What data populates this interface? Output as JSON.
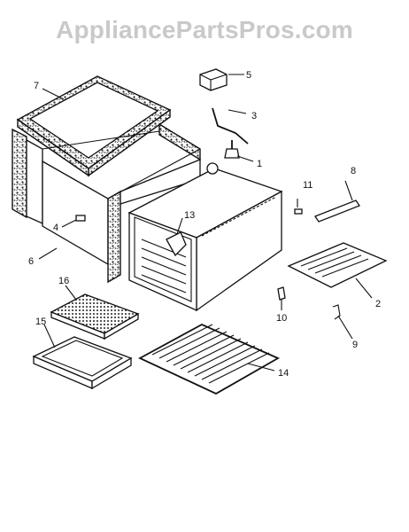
{
  "watermark": "AppliancePartsPros.com",
  "callouts": [
    {
      "id": "c1",
      "label": "1"
    },
    {
      "id": "c2",
      "label": "2"
    },
    {
      "id": "c3",
      "label": "3"
    },
    {
      "id": "c4",
      "label": "4"
    },
    {
      "id": "c5",
      "label": "5"
    },
    {
      "id": "c6",
      "label": "6"
    },
    {
      "id": "c7",
      "label": "7"
    },
    {
      "id": "c8",
      "label": "8"
    },
    {
      "id": "c9",
      "label": "9"
    },
    {
      "id": "c10",
      "label": "10"
    },
    {
      "id": "c11",
      "label": "11"
    },
    {
      "id": "c13",
      "label": "13"
    },
    {
      "id": "c14",
      "label": "14"
    },
    {
      "id": "c15",
      "label": "15"
    },
    {
      "id": "c16",
      "label": "16"
    }
  ]
}
